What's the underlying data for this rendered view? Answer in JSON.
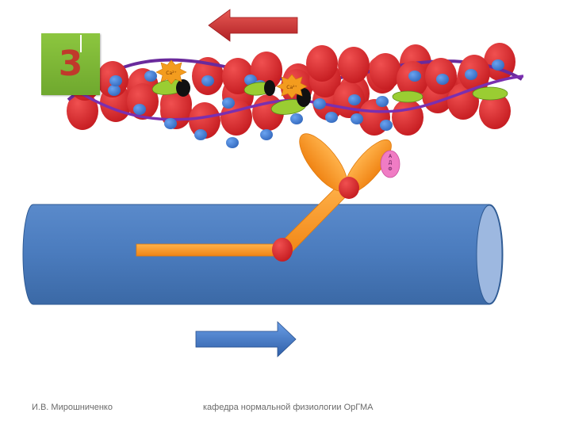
{
  "slide": {
    "number": "3",
    "author": "И.В. Мирошниченко",
    "department": "кафедра нормальной физиологии ОрГМА"
  },
  "diagram": {
    "calcium_label": "Ca²⁺",
    "atp_label": "А Д Ф"
  },
  "colors": {
    "actin_globule": "#d9262a",
    "binding_site": "#3a7bd5",
    "tropomyosin": "#6a2a9c",
    "troponin": "#9acd32",
    "calcium_star": "#f39c1e",
    "myosin": "#f7941d",
    "myosin_hinge": "#c0282c",
    "thick_filament": "#4a7bbd",
    "arrow_actin": "#c0282c",
    "arrow_myosin": "#3a6fc0",
    "atp_marker": "#f07cc4",
    "badge": "#7ab534"
  }
}
